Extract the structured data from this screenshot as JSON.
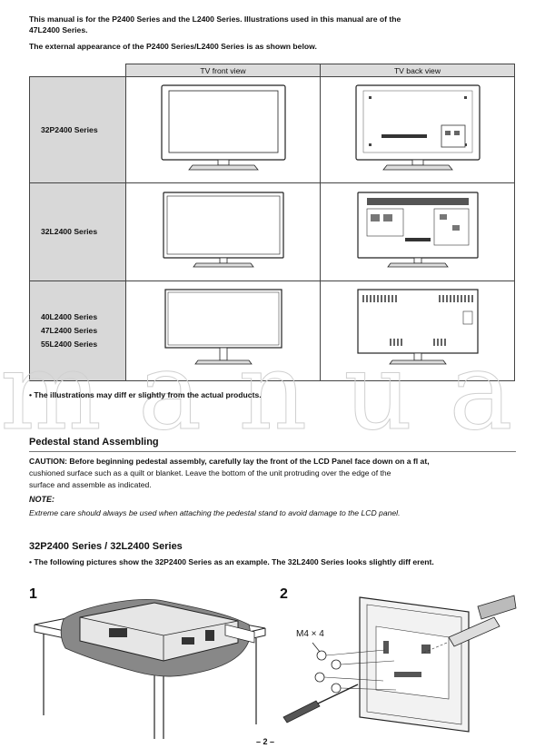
{
  "intro": {
    "line1": "This manual is for the P2400 Series and the L2400 Series. Illustrations used in this manual are of the",
    "line2": "47L2400 Series.",
    "line3": "The external appearance of the P2400 Series/L2400 Series is as shown below."
  },
  "table": {
    "col_front": "TV front view",
    "col_back": "TV back view",
    "rows": [
      {
        "label1": "32P2400 Series"
      },
      {
        "label1": "32L2400 Series"
      },
      {
        "label1": "40L2400 Series",
        "label2": "47L2400 Series",
        "label3": "55L2400 Series"
      }
    ]
  },
  "illustration_note": "• The illustrations may diff er slightly from the actual products.",
  "watermark": "manual",
  "pedestal": {
    "title": "Pedestal stand Assembling",
    "caution_line1": "CAUTION: Before beginning pedestal assembly, carefully lay the front of the LCD Panel face down on a fl at,",
    "caution_line2": "cushioned surface such as a quilt or blanket. Leave the bottom of the unit protruding over the edge of the",
    "caution_line3": "surface and assemble as indicated.",
    "note_heading": "NOTE:",
    "note_text": "Extreme care should always be used when attaching the pedestal stand to avoid damage to the LCD panel."
  },
  "series_section": {
    "title": "32P2400 Series / 32L2400 Series",
    "subtitle": "• The following pictures show the 32P2400 Series as an example. The 32L2400 Series looks slightly diff erent."
  },
  "steps": {
    "step1": "1",
    "step2": "2",
    "screw_label": "M4 × 4"
  },
  "page_number": "– 2 –"
}
